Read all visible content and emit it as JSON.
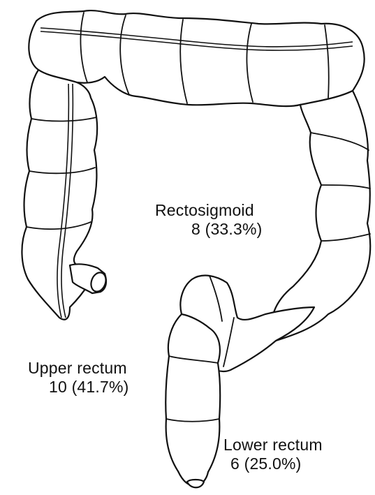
{
  "figure": {
    "segments": [
      {
        "id": "rectosigmoid",
        "name": "Rectosigmoid",
        "value": "8 (33.3%)"
      },
      {
        "id": "upper_rectum",
        "name": "Upper rectum",
        "value": "10 (41.7%)"
      },
      {
        "id": "lower_rectum",
        "name": "Lower rectum",
        "value": "6 (25.0%)"
      }
    ],
    "colors": {
      "line": "#111111",
      "background": "#ffffff"
    }
  }
}
